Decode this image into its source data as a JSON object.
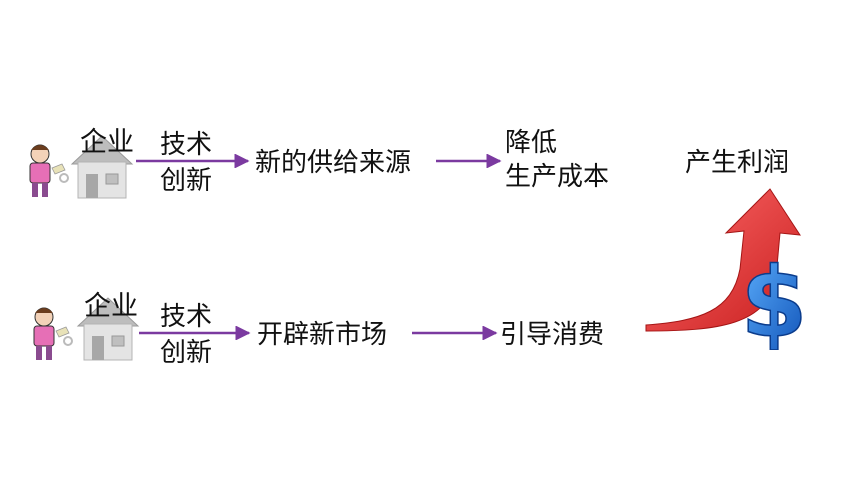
{
  "rows": [
    {
      "enterprise": "企业",
      "tech_line1": "技术",
      "tech_line2": "创新",
      "step1": "新的供给来源",
      "step2_line1": "降低",
      "step2_line2": "生产成本"
    },
    {
      "enterprise": "企业",
      "tech_line1": "技术",
      "tech_line2": "创新",
      "step1": "开辟新市场",
      "step2": "引导消费"
    }
  ],
  "result": "产生利润",
  "icons": {
    "person": "person-with-key-icon",
    "house": "house-icon",
    "arrow": "red-rising-arrow-icon",
    "dollar": "dollar-sign-icon"
  },
  "colors": {
    "flow_arrow": "#7b3aa0",
    "rise_arrow": "#e83a3a",
    "dollar": "#1a6fd6"
  }
}
